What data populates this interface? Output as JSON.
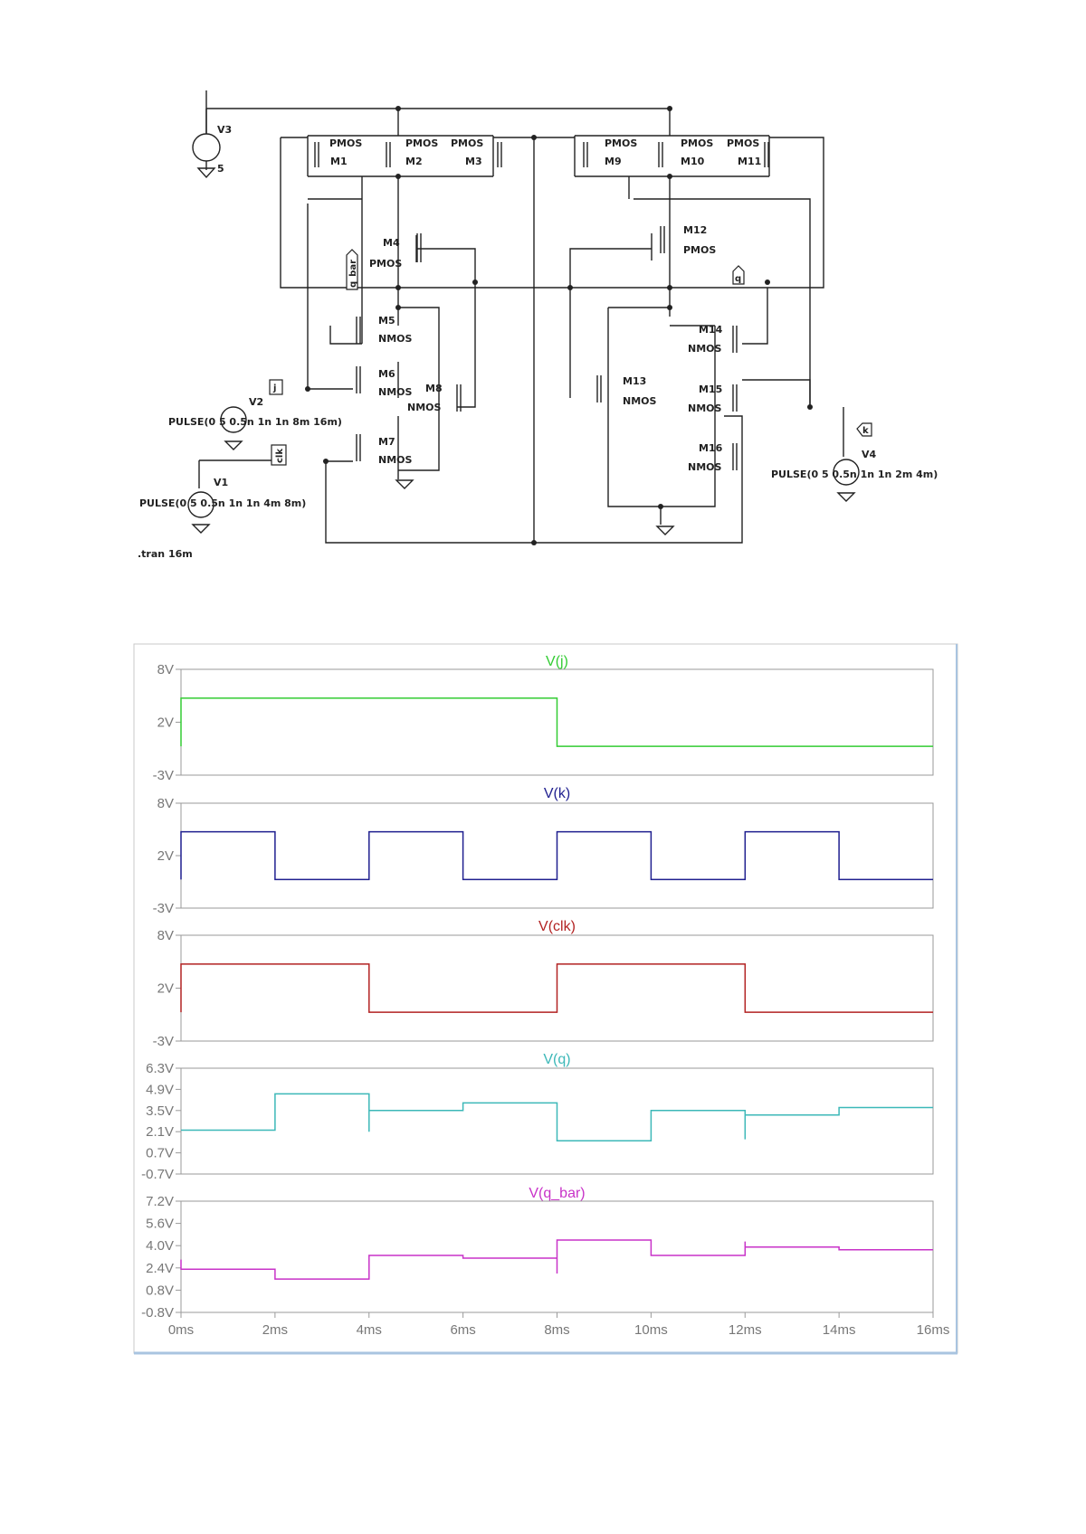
{
  "schematic": {
    "sources": {
      "v3": {
        "name": "V3",
        "value": "5"
      },
      "v1": {
        "name": "V1",
        "value": "PULSE(0 5 0.5n 1n 1n 4m 8m)"
      },
      "v2": {
        "name": "V2",
        "value": "PULSE(0 5 0.5n 1n 1n 8m 16m)"
      },
      "v4": {
        "name": "V4",
        "value": "PULSE(0 5 0.5n 1n 1n 2m 4m)"
      }
    },
    "transistors": {
      "m1": {
        "name": "M1",
        "type": "PMOS"
      },
      "m2": {
        "name": "M2",
        "type": "PMOS"
      },
      "m3": {
        "name": "M3",
        "type": "PMOS"
      },
      "m4": {
        "name": "M4",
        "type": "PMOS"
      },
      "m5": {
        "name": "M5",
        "type": "NMOS"
      },
      "m6": {
        "name": "M6",
        "type": "NMOS"
      },
      "m7": {
        "name": "M7",
        "type": "NMOS"
      },
      "m8": {
        "name": "M8",
        "type": "NMOS"
      },
      "m9": {
        "name": "M9",
        "type": "PMOS"
      },
      "m10": {
        "name": "M10",
        "type": "PMOS"
      },
      "m11": {
        "name": "M11",
        "type": "PMOS"
      },
      "m12": {
        "name": "M12",
        "type": "PMOS"
      },
      "m13": {
        "name": "M13",
        "type": "NMOS"
      },
      "m14": {
        "name": "M14",
        "type": "NMOS"
      },
      "m15": {
        "name": "M15",
        "type": "NMOS"
      },
      "m16": {
        "name": "M16",
        "type": "NMOS"
      }
    },
    "net_labels": {
      "q_bar": "q_bar",
      "q": "q",
      "j": "j",
      "clk": "clk",
      "k": "k"
    },
    "directive": ".tran 16m"
  },
  "chart_data": [
    {
      "type": "line",
      "title": "V(j)",
      "color": "#33cc33",
      "yticks": [
        "8V",
        "2V",
        "-3V"
      ],
      "ylim": [
        -3,
        8
      ],
      "xlim": [
        0,
        16
      ],
      "x_unit": "ms",
      "series": [
        {
          "name": "V(j)",
          "x": [
            0,
            0,
            8,
            8,
            16
          ],
          "y": [
            0,
            5,
            5,
            0,
            0
          ]
        }
      ]
    },
    {
      "type": "line",
      "title": "V(k)",
      "color": "#1f1f8f",
      "yticks": [
        "8V",
        "2V",
        "-3V"
      ],
      "ylim": [
        -3,
        8
      ],
      "xlim": [
        0,
        16
      ],
      "x_unit": "ms",
      "series": [
        {
          "name": "V(k)",
          "x": [
            0,
            0,
            2,
            2,
            4,
            4,
            6,
            6,
            8,
            8,
            10,
            10,
            12,
            12,
            14,
            14,
            16
          ],
          "y": [
            0,
            5,
            5,
            0,
            0,
            5,
            5,
            0,
            0,
            5,
            5,
            0,
            0,
            5,
            5,
            0,
            0
          ]
        }
      ]
    },
    {
      "type": "line",
      "title": "V(clk)",
      "color": "#b22222",
      "yticks": [
        "8V",
        "2V",
        "-3V"
      ],
      "ylim": [
        -3,
        8
      ],
      "xlim": [
        0,
        16
      ],
      "x_unit": "ms",
      "series": [
        {
          "name": "V(clk)",
          "x": [
            0,
            0,
            4,
            4,
            8,
            8,
            12,
            12,
            16
          ],
          "y": [
            0,
            5,
            5,
            0,
            0,
            5,
            5,
            0,
            0
          ]
        }
      ]
    },
    {
      "type": "line",
      "title": "V(q)",
      "color": "#3cb8b8",
      "yticks": [
        "6.3V",
        "4.9V",
        "3.5V",
        "2.1V",
        "0.7V",
        "-0.7V"
      ],
      "ylim": [
        -0.7,
        6.3
      ],
      "xlim": [
        0,
        16
      ],
      "x_unit": "ms",
      "series": [
        {
          "name": "V(q)",
          "x": [
            0,
            2,
            2,
            4,
            4,
            4,
            6,
            6,
            8,
            8,
            10,
            10,
            12,
            12,
            12,
            14,
            14,
            16
          ],
          "y": [
            2.2,
            2.2,
            4.6,
            4.6,
            2.1,
            3.5,
            3.5,
            4.0,
            4.0,
            1.5,
            1.5,
            3.5,
            3.5,
            1.6,
            3.2,
            3.2,
            3.7,
            3.7
          ]
        }
      ]
    },
    {
      "type": "line",
      "title": "V(q_bar)",
      "color": "#c832c8",
      "yticks": [
        "7.2V",
        "5.6V",
        "4.0V",
        "2.4V",
        "0.8V",
        "-0.8V"
      ],
      "ylim": [
        -0.8,
        7.2
      ],
      "xlim": [
        0,
        16
      ],
      "x_unit": "ms",
      "xticks": [
        "0ms",
        "2ms",
        "4ms",
        "6ms",
        "8ms",
        "10ms",
        "12ms",
        "14ms",
        "16ms"
      ],
      "series": [
        {
          "name": "V(q_bar)",
          "x": [
            0,
            0,
            2,
            2,
            4,
            4,
            6,
            6,
            8,
            8,
            8,
            10,
            10,
            12,
            12,
            12,
            14,
            14,
            16
          ],
          "y": [
            3.0,
            2.3,
            2.3,
            1.6,
            1.6,
            3.3,
            3.3,
            3.1,
            3.1,
            2.0,
            4.4,
            4.4,
            3.3,
            3.3,
            4.3,
            3.9,
            3.9,
            3.7,
            3.7
          ]
        }
      ]
    }
  ]
}
